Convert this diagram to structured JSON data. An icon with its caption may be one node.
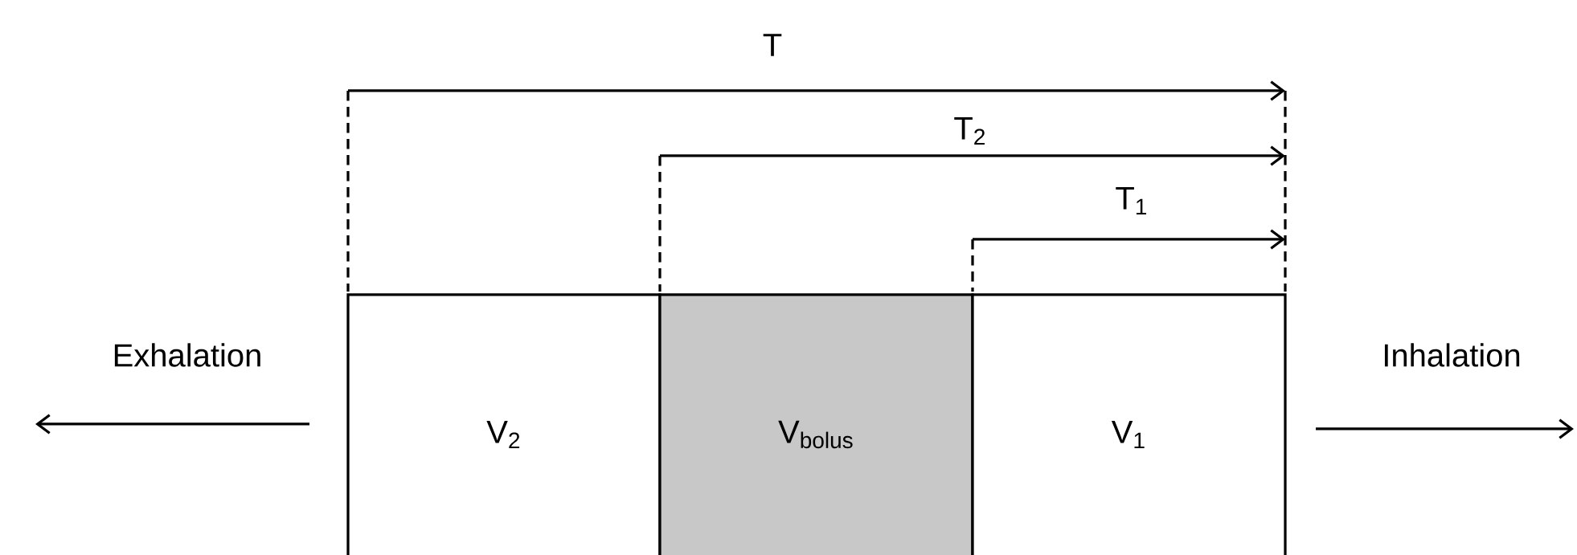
{
  "diagram": {
    "nodes": [
      {
        "text": [
          "V$_{2}$"
        ]
      },
      {
        "text": [
          "V$_{bolus}$"
        ]
      },
      {
        "text": [
          "V$_{1}$"
        ]
      }
    ],
    "labels": [
      "T",
      "T$_{2}$",
      "T$_{1}$",
      "Exhalation",
      "Inhalation"
    ]
  }
}
